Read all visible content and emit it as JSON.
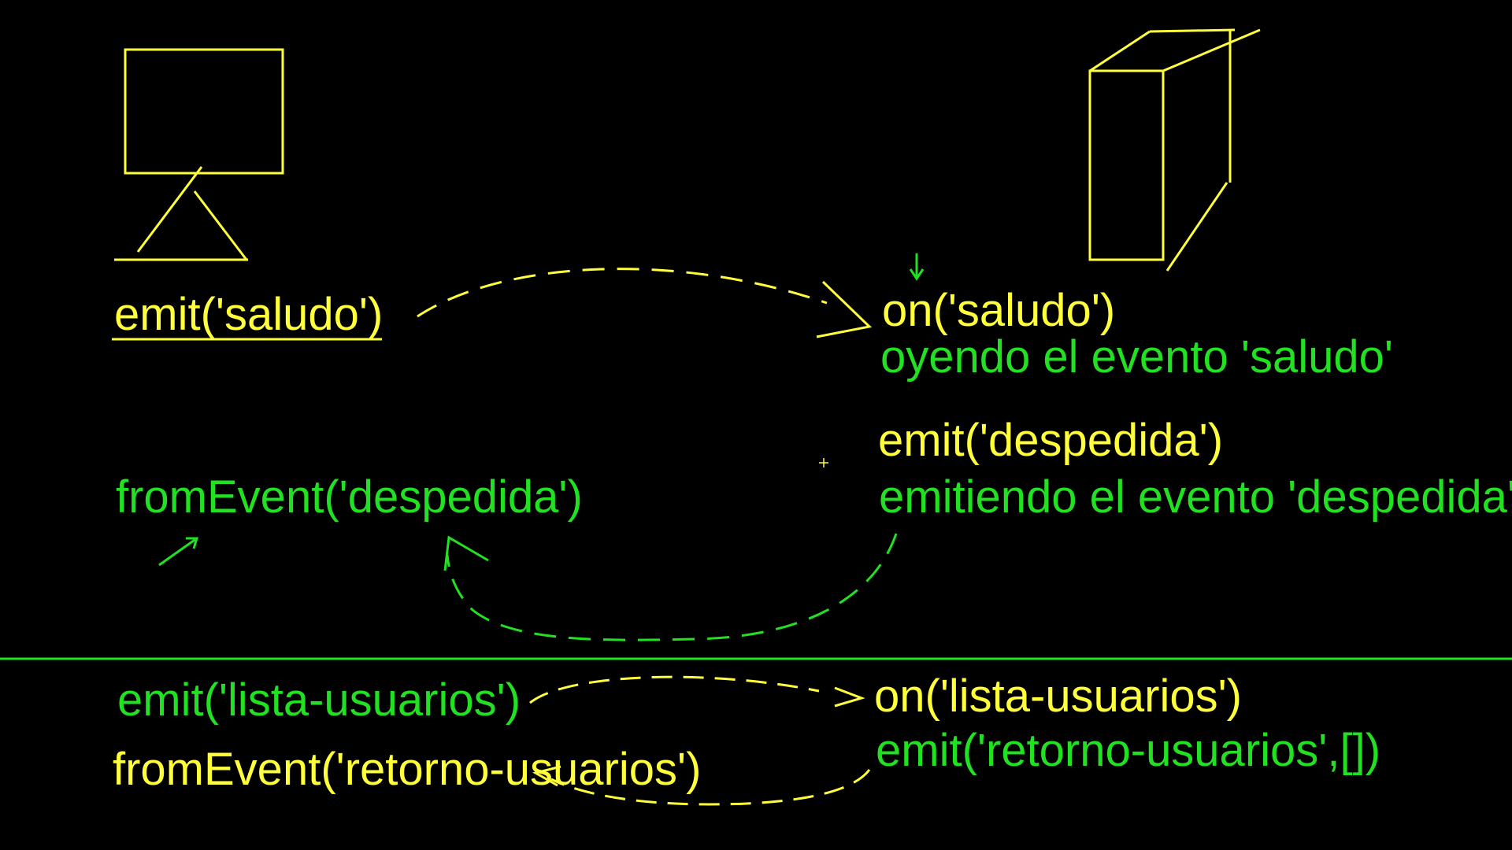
{
  "colors": {
    "background": "#000000",
    "yellow": "#ffff3c",
    "green": "#22e022"
  },
  "top": {
    "client_emit": "emit('saludo')",
    "client_from_event": "fromEvent('despedida')",
    "server_on": "on('saludo')",
    "server_note_listening": "oyendo el evento 'saludo'",
    "server_emit": "emit('despedida')",
    "server_note_emitting": "emitiendo el evento 'despedida'"
  },
  "bottom": {
    "client_emit": "emit('lista-usuarios')",
    "client_from_event": "fromEvent('retorno-usuarios')",
    "server_on": "on('lista-usuarios')",
    "server_emit": "emit('retorno-usuarios',[])"
  },
  "icons": {
    "client": "computer-monitor-icon",
    "server": "server-tower-icon"
  }
}
